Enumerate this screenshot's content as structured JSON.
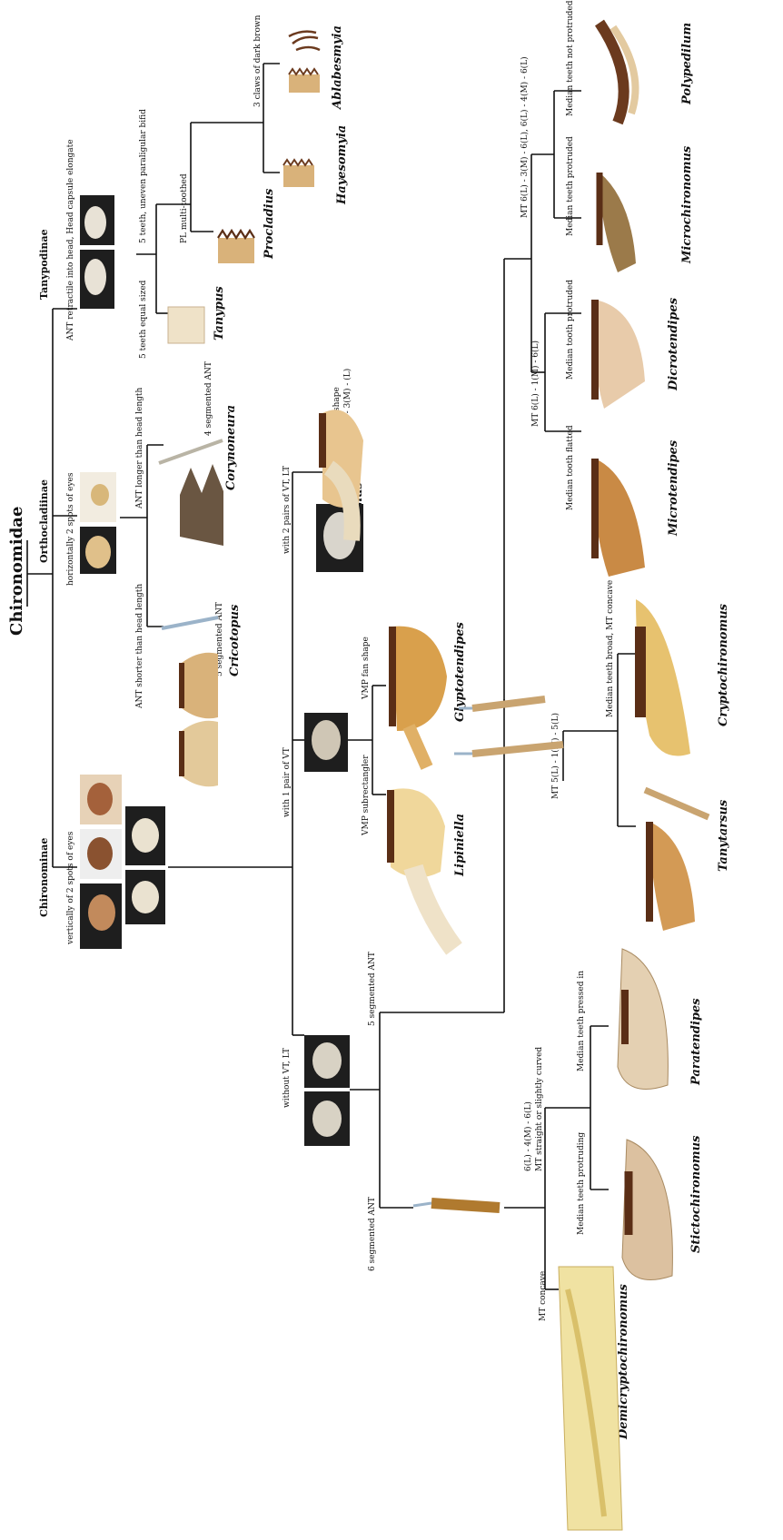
{
  "title": "Chironomidae",
  "subfamilies": {
    "tanypodinae": "Tanypodinae",
    "orthocladiinae": "Orthocladiinae",
    "chironominae": "Chironominae"
  },
  "characters": {
    "tany_head": "ANT retractile into head, Head capsule elongate",
    "five_equal": "5 teeth equal sized",
    "five_uneven": "5 teeth, uneven paraligular bifid",
    "pl_multi": "PL multi-toothed",
    "three_claws": "3 claws of dark brown",
    "ortho_eyes": "horizontally 2 spots of eyes",
    "ant_shorter": "ANT shorter than head length",
    "ant_longer": "ANT longer than head length",
    "five_seg_ant": "5 segmented ANT",
    "four_seg_ant": "4 segmented ANT",
    "chiro_eyes": "vertically of 2 spots of eyes",
    "two_pairs_vt": "with 2 pairs of VT, LT",
    "vmp_fan_mt": "VMP fan shape",
    "mt_6l3m": "MT 6(L) - 3(M) - (L)",
    "one_pair_vt": "with 1 pair of VT",
    "vmp_fan": "VMP fan shape",
    "vmp_subrect": "VMP subrectangler",
    "without_vt": "without VT, LT",
    "five_seg_ant_b": "5 segmented ANT",
    "six_seg_ant": "6 segmented ANT",
    "mt_long": "MT 6(L) - 3(M) - 6(L), 6(L) - 4(M) - 6(L)",
    "median_not_protruded": "Median teeth not protruded",
    "median_protruded": "Median teeth protruded",
    "mt_61": "MT 6(L) - 1(M) - 6(L)",
    "median_tooth_protruded": "Median tooth protruded",
    "median_tooth_flatted": "Median tooth flatted",
    "mt_51": "MT 5(L) - 1(M) - 5(L)",
    "median_broad": "Median teeth broad, MT concave",
    "mt_646": "6(L) - 4(M) - 6(L)",
    "mt_straight": "MT straight or slightly curved",
    "median_pressed": "Median teeth pressed in",
    "median_protruding": "Median teeth protruding",
    "mt_concave": "MT concave"
  },
  "taxa": {
    "ablabesmyia": "Ablabesmyia",
    "hayesomyia": "Hayesomyia",
    "procladius": "Procladius",
    "tanypus": "Tanypus",
    "corynoneura": "Corynoneura",
    "cricotopus": "Cricotopus",
    "chironomus": "Chironomus",
    "glyptotendipes": "Glyptotendipes",
    "lipiniella": "Lipiniella",
    "polypedilum": "Polypedilum",
    "microchironomus": "Microchironomus",
    "dicrotendipes": "Dicrotendipes",
    "microtendipes": "Microtendipes",
    "cryptochironomus": "Cryptochironomus",
    "tanytarsus": "Tanytarsus",
    "paratendipes": "Paratendipes",
    "stictochironomus": "Stictochironomus",
    "demicryptochironomus": "Demicryptochironomus"
  },
  "colors": {
    "line": "#111111",
    "photo_dark": "#1e1e1e",
    "specimen_brown": "#6b3a1e",
    "specimen_tan": "#d9b27a",
    "specimen_pale": "#efe2c8"
  }
}
